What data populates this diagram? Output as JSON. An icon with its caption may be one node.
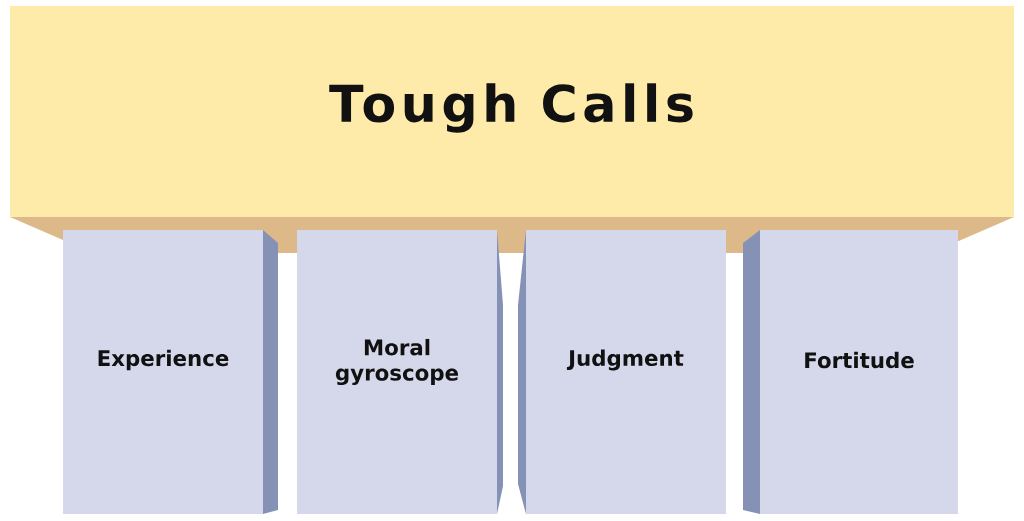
{
  "diagram": {
    "nodes": [
      {
        "text": [
          "Tough Calls"
        ]
      },
      {
        "text": [
          "Experience"
        ]
      },
      {
        "text": [
          "Moral gyroscope"
        ]
      },
      {
        "text": [
          "Judgment"
        ]
      },
      {
        "text": [
          "Fortitude"
        ]
      }
    ]
  }
}
